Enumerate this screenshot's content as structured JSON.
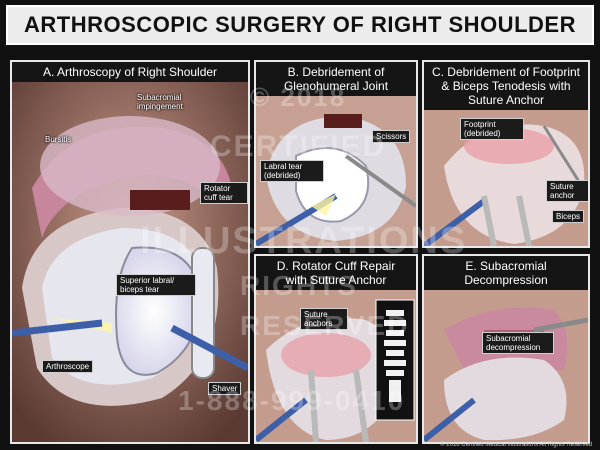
{
  "title": "ARTHROSCOPIC SURGERY OF RIGHT SHOULDER",
  "panels": {
    "a": {
      "heading": "A. Arthroscopy of Right Shoulder",
      "labels": {
        "bursitis": "Bursitis",
        "subacromial": "Subacromial impingement",
        "rotator_cuff_tear": "Rotator cuff tear",
        "superior_labral": "Superior labral/ biceps tear",
        "arthroscope": "Arthroscope",
        "shaver": "Shaver"
      }
    },
    "b": {
      "heading": "B. Debridement of Glenohumeral Joint",
      "labels": {
        "scissors": "Scissors",
        "labral_tear": "Labral tear (debrided)"
      }
    },
    "c": {
      "heading": "C. Debridement of Footprint & Biceps Tenodesis with Suture Anchor",
      "labels": {
        "footprint": "Footprint (debrided)",
        "suture_anchor": "Suture anchor",
        "biceps": "Biceps"
      }
    },
    "d": {
      "heading": "D. Rotator Cuff Repair with Suture Anchor",
      "labels": {
        "suture_anchors": "Suture anchors"
      }
    },
    "e": {
      "heading": "E. Subacromial Decompression",
      "labels": {
        "subacromial_decompression": "Subacromial decompression"
      }
    }
  },
  "watermark": {
    "year": "© 2018",
    "line1": "CERTIFIED",
    "line2": "ILLUSTRATIONS",
    "line3": "RIGHTS",
    "line4": "RESERVED",
    "phone": "1-888-999-0410"
  },
  "copyright": "© 2018 Certified Medical Illustrations All Rights Reserved"
}
